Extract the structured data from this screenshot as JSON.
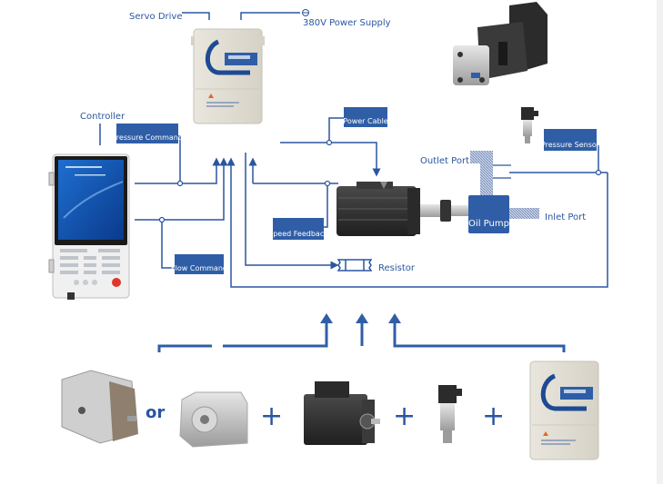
{
  "diagram": {
    "title": "Servo hydraulic system diagram",
    "labels": {
      "servo_drive": "Servo Drive",
      "power_supply": "380V Power Supply",
      "controller": "Controller",
      "pressure_command": "Pressure Command",
      "flow_command": "Flow Command",
      "power_cable": "Power Cable",
      "speed_feedback": "Speed Feedback",
      "resistor": "Resistor",
      "outlet_port": "Outlet Port",
      "inlet_port": "Inlet Port",
      "oil_pump": "Oil Pump",
      "pressure_sensor": "Pressure Sensor"
    },
    "components_row": {
      "items": [
        "Gear pump",
        "Internal gear pump",
        "Servo motor",
        "Pressure sensor",
        "Servo drive"
      ],
      "operators": [
        "or",
        "+",
        "+",
        "+"
      ]
    },
    "icons": {
      "power_symbol": "power-supply-icon"
    },
    "colors": {
      "accent": "#2f5ea6",
      "line": "#2a56a0",
      "hatch": "#8fa3c6"
    }
  }
}
